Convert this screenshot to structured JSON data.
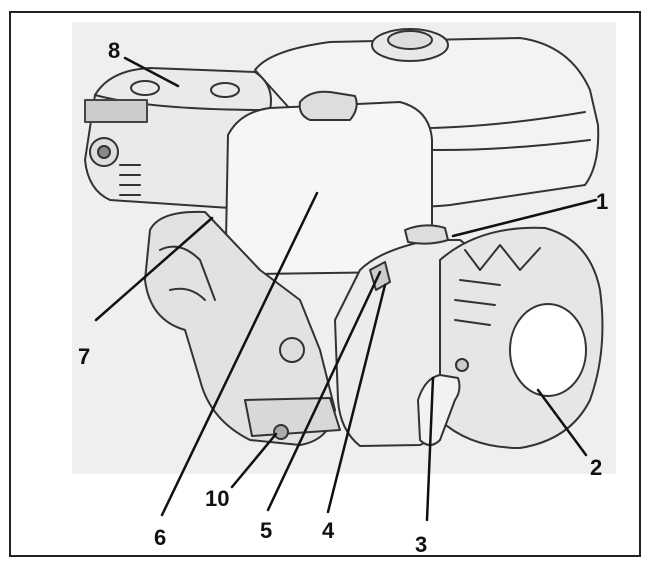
{
  "figure": {
    "subject": "engine-illustration",
    "callouts": [
      {
        "id": "c1",
        "label": "1"
      },
      {
        "id": "c2",
        "label": "2"
      },
      {
        "id": "c3",
        "label": "3"
      },
      {
        "id": "c4",
        "label": "4"
      },
      {
        "id": "c5",
        "label": "5"
      },
      {
        "id": "c6",
        "label": "6"
      },
      {
        "id": "c7",
        "label": "7"
      },
      {
        "id": "c8",
        "label": "8"
      },
      {
        "id": "c10",
        "label": "10"
      }
    ]
  }
}
